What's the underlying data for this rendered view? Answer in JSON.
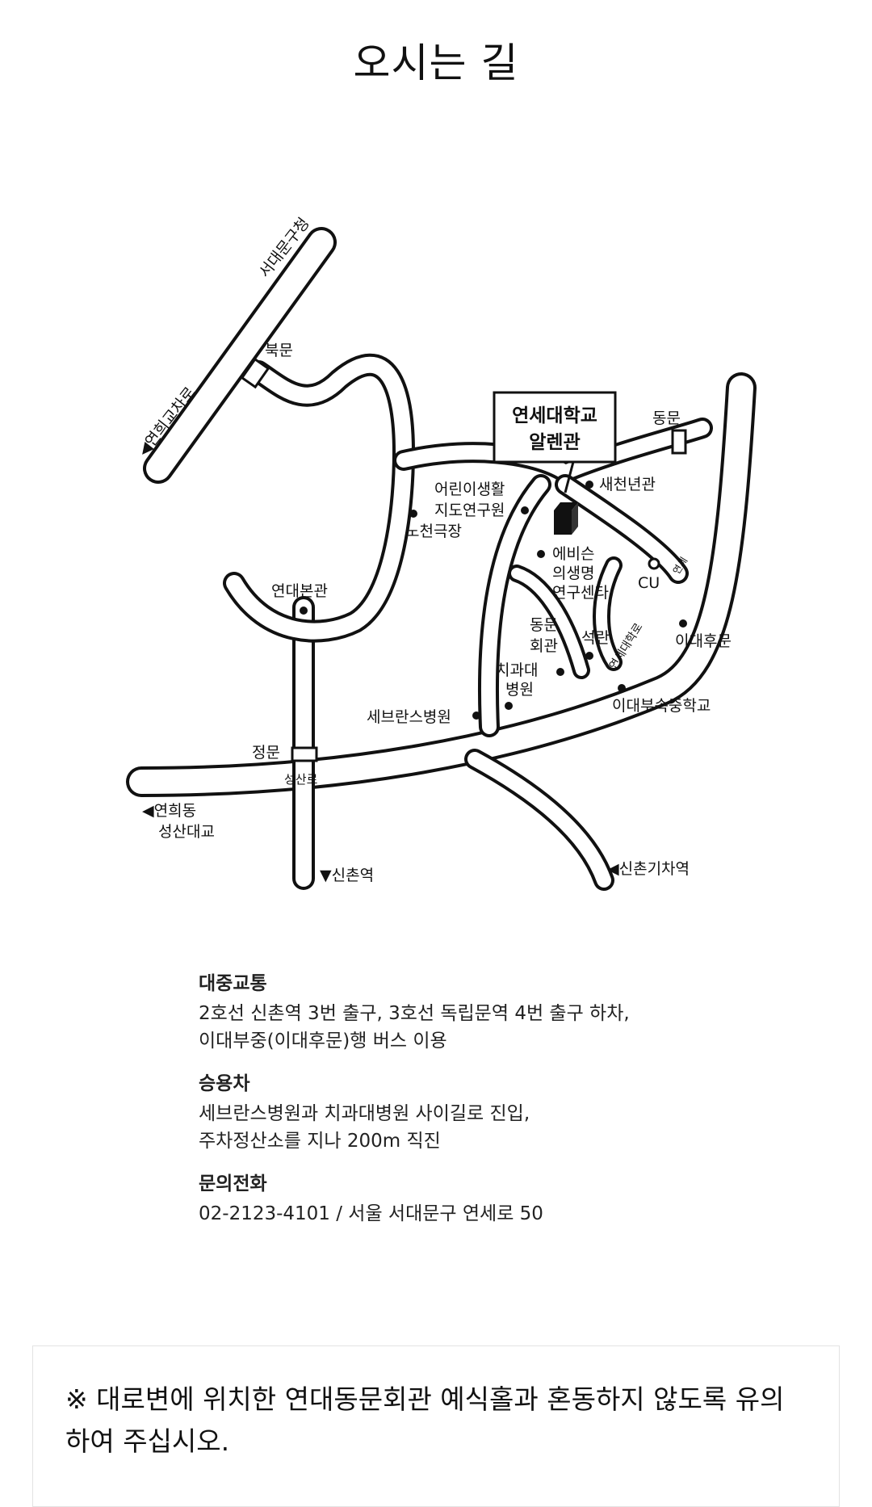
{
  "title": "오시는 길",
  "map": {
    "title_box": [
      "연세대학교",
      "알렌관"
    ],
    "labels": {
      "seodaemun_office": "서대문구청",
      "yeonhui_road": "◀연희교차로",
      "north_gate": "북문",
      "east_gate": "동문",
      "child_center_1": "어린이생활",
      "child_center_2": "지도연구원",
      "open_theater": "노천극장",
      "saecheon": "새천년관",
      "main_hall": "연대본관",
      "avison_1": "에비슨",
      "avison_2": "의생명",
      "avison_3": "연구센타",
      "cu": "CU",
      "dongmun_hall_1": "동문",
      "dongmun_hall_2": "회관",
      "seokran": "석란",
      "ewha_back_gate": "이대후문",
      "dental_1": "치과대",
      "dental_2": "병원",
      "severance": "세브란스병원",
      "ewha_school": "이대부속중학교",
      "front_gate": "정문",
      "seongsan_road": "성산로",
      "yeonhui_dong_1": "◀연희동",
      "yeonhui_dong_2": "성산대교",
      "sinchon_station": "▼신촌역",
      "sinchon_train": "◀신촌기차역",
      "yeonse_road": "연세대학로",
      "small_label": "연세"
    }
  },
  "info": {
    "transit": {
      "heading": "대중교통",
      "line1": "2호선 신촌역 3번 출구, 3호선 독립문역 4번 출구 하차,",
      "line2": "이대부중(이대후문)행 버스 이용"
    },
    "car": {
      "heading": "승용차",
      "line1": "세브란스병원과 치과대병원 사이길로 진입,",
      "line2": "주차정산소를 지나 200m 직진"
    },
    "contact": {
      "heading": "문의전화",
      "line1": "02-2123-4101 / 서울 서대문구 연세로 50"
    }
  },
  "notice": "※ 대로변에 위치한 연대동문회관 예식홀과 혼동하지 않도록 유의하여 주십시오."
}
